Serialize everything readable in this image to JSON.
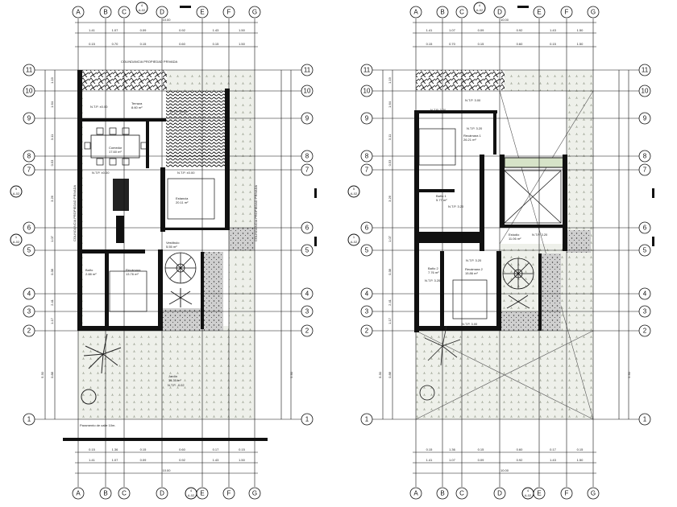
{
  "drawing": {
    "grid_columns": [
      "A",
      "B",
      "C",
      "D",
      "E",
      "F",
      "G"
    ],
    "grid_rows": [
      "11",
      "10",
      "9",
      "8",
      "7",
      "6",
      "5",
      "4",
      "3",
      "2",
      "1"
    ],
    "section_marker": {
      "number": "4",
      "sheet": "A-02"
    },
    "side_marker": {
      "number": "5",
      "sheet": "A-02"
    },
    "side_marker_2": {
      "number": "1",
      "sheet": "A-02"
    },
    "total_width": "10.00",
    "top_dims": [
      "1.41",
      "1.07",
      "0.09",
      "0.92",
      "1.43",
      "1.50"
    ],
    "top_dims_2": [
      "0.15",
      "0.70",
      "0.15",
      "0.60",
      "0.15",
      "1.50"
    ],
    "bottom_dims": [
      "0.15",
      "1.36",
      "0.15",
      "0.60",
      "0.17",
      "0.15",
      "1.36",
      "1.06"
    ],
    "side_dims": [
      "1.19",
      "1.64",
      "3.11",
      "0.53",
      "3.26",
      "1.07",
      "0.38",
      "2.41",
      "1.17",
      "0.88",
      "5.30"
    ]
  },
  "ground_floor": {
    "boundary_label": "COLINDANCIA PROPIEDAD PRIVADA",
    "side_boundary_label": "COLINDANCIA PROPIEDAD PRIVADA",
    "street_label": "Paramento de calle 10m.",
    "rooms": [
      {
        "name": "Terraza",
        "area": "8.60 m²"
      },
      {
        "name": "Comedor",
        "area": "17.60 m²"
      },
      {
        "name": "Estancia",
        "area": "20.11 m²"
      },
      {
        "name": "Vestíbulo",
        "area": "5.55 m²"
      },
      {
        "name": "Baño",
        "area": "2.88 m²"
      },
      {
        "name": "Recámara",
        "area": "13.76 m²"
      },
      {
        "name": "Jardín",
        "area": "34.30 m²"
      }
    ],
    "levels": [
      "N.T.P. ±0.00",
      "N.T.P. ±0.00",
      "N.T.P. ±0.00",
      "N.T.P. ±0.00",
      "N.T.P. -0.02"
    ]
  },
  "upper_floor": {
    "rooms": [
      {
        "name": "Recámara 1",
        "area": "26.21 m²"
      },
      {
        "name": "Baño 1",
        "area": "5.77 m²"
      },
      {
        "name": "Estudio",
        "area": "11.06 m²"
      },
      {
        "name": "Baño 2",
        "area": "7.76 m²"
      },
      {
        "name": "Recámara 2",
        "area": "15.86 m²"
      }
    ],
    "levels": [
      "N.T.P. 3.00",
      "N.T.P. 3.20",
      "N.T.P. 3.20",
      "N.T.P. 3.20",
      "N.T.P. 3.20",
      "N.T.P. 3.20",
      "N.T.P. 3.20",
      "N.T.P. 3.00"
    ]
  },
  "colors": {
    "line": "#111111",
    "garden": "#eef0ea",
    "gravel": "#c9c9c9"
  }
}
